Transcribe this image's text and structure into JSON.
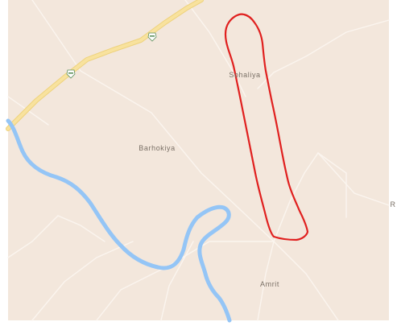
{
  "map": {
    "places": {
      "sohaliya": "Sohaliya",
      "barhokiya": "Barhokiya",
      "amrit": "Amrit",
      "edge_label": "R"
    },
    "colors": {
      "land": "#f3e7dc",
      "highway": "#f8e29e",
      "highway_outline": "#eed27c",
      "minor_road": "#fbf5ef",
      "river": "#94c5f6",
      "boundary": "#e0201f",
      "label": "#7a7066"
    },
    "icons": {
      "highway_shield": "highway-shield-icon"
    }
  }
}
